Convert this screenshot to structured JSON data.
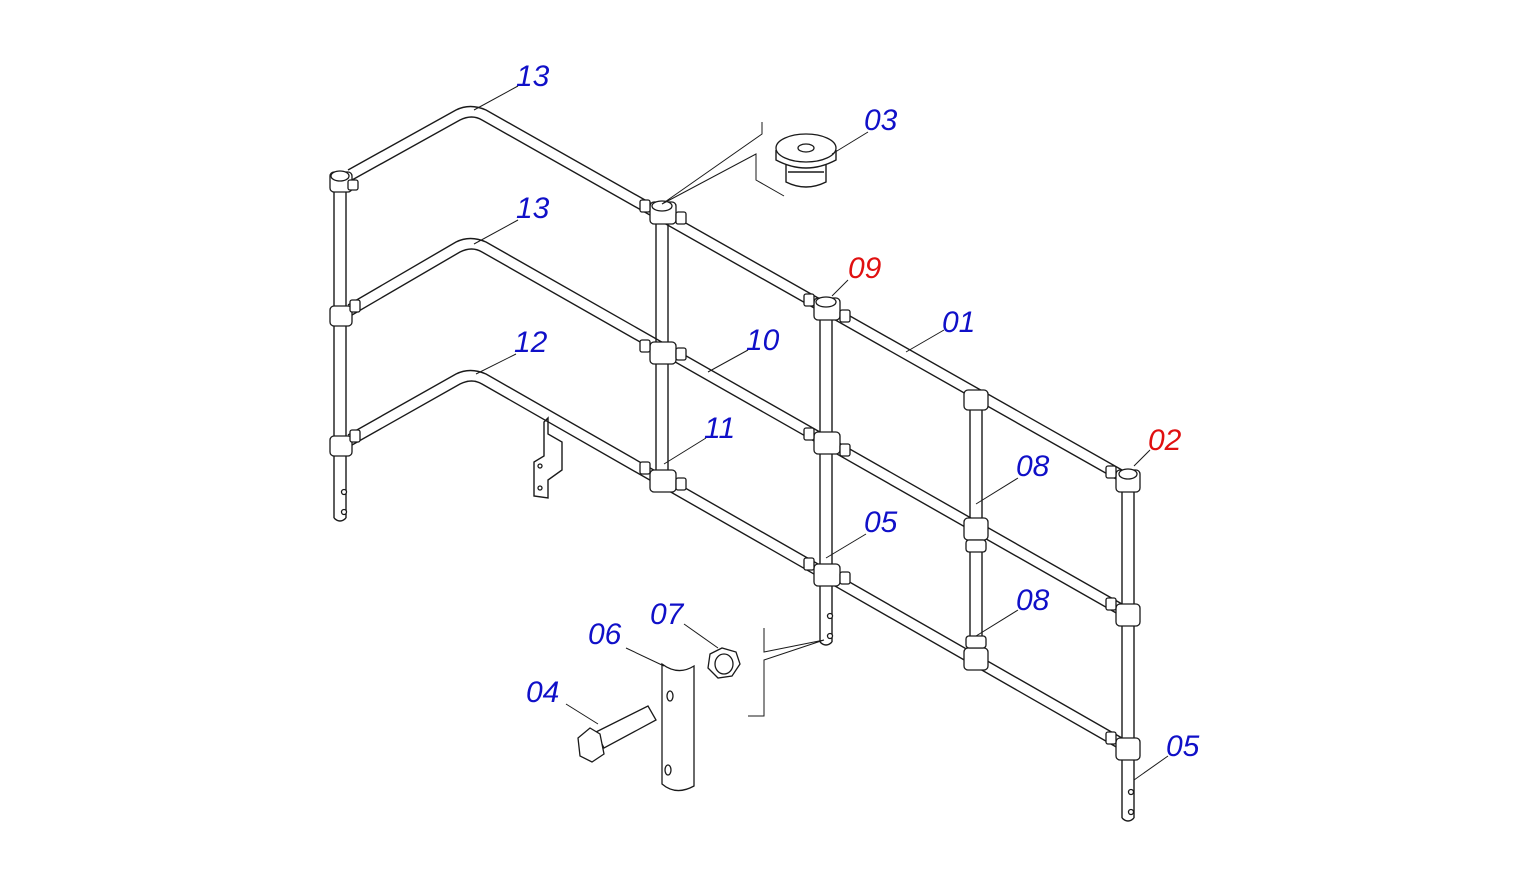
{
  "colors": {
    "blue": "#1010c8",
    "red": "#e01010",
    "line": "#1a1a1a"
  },
  "labels": {
    "p13a": "13",
    "p03": "03",
    "p13b": "13",
    "p09": "09",
    "p01": "01",
    "p12": "12",
    "p10": "10",
    "p02": "02",
    "p11": "11",
    "p08a": "08",
    "p05a": "05",
    "p08b": "08",
    "p07": "07",
    "p06": "06",
    "p04": "04",
    "p05b": "05"
  }
}
